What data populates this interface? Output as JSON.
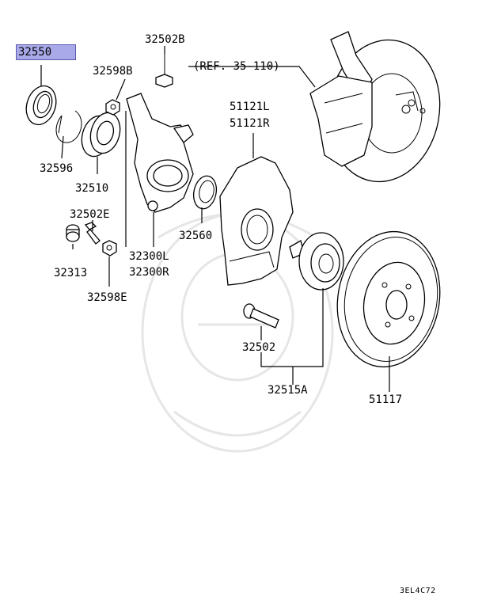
{
  "parts": {
    "p32550": "32550",
    "p32502B": "32502B",
    "p32598B": "32598B",
    "ref": "(REF. 35-110)",
    "p51121L": "51121L",
    "p51121R": "51121R",
    "p32596": "32596",
    "p32510": "32510",
    "p32502E": "32502E",
    "p32560": "32560",
    "p32313": "32313",
    "p32300L": "32300L",
    "p32300R": "32300R",
    "p32598E": "32598E",
    "p32502": "32502",
    "p32515A": "32515A",
    "p51117": "51117"
  },
  "footer": {
    "diagram_code": "3EL4C72"
  },
  "colors": {
    "highlight": "#a9a9ea",
    "line": "#000000",
    "watermark": "#e6e6e6"
  },
  "icons": [
    "oil-seal-icon",
    "snap-ring-icon",
    "bearing-icon",
    "bolt-icon",
    "nut-icon",
    "knuckle-icon",
    "dust-shield-icon",
    "hub-icon",
    "brake-disc-icon",
    "caliper-icon"
  ]
}
